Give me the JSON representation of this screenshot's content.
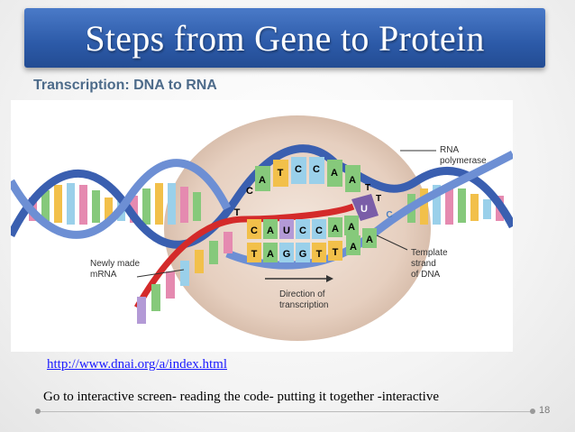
{
  "slide": {
    "title": "Steps from Gene to Protein",
    "subtitle": "Transcription: DNA to RNA",
    "link_text": "http://www.dnai.org/a/index.html",
    "note": "Go to interactive screen- reading the code- putting it together -interactive",
    "page_number": "18"
  },
  "figure": {
    "label_rna_polymerase_1": "RNA",
    "label_rna_polymerase_2": "polymerase",
    "label_mrna_1": "Newly made",
    "label_mrna_2": "mRNA",
    "label_template_1": "Template",
    "label_template_2": "strand",
    "label_template_3": "of DNA",
    "label_direction_1": "Direction of",
    "label_direction_2": "transcription",
    "top_bases": [
      "A",
      "T",
      "C",
      "C",
      "A",
      "A",
      "T",
      "T",
      "C"
    ],
    "rna_bases": [
      "C",
      "A",
      "U",
      "C",
      "C",
      "A",
      "A",
      "U"
    ],
    "template_bases": [
      "T",
      "A",
      "G",
      "G",
      "T",
      "T",
      "A",
      "A"
    ],
    "left_bases": [
      "C",
      "T"
    ],
    "colors": {
      "title_bar": "#2c5aa8",
      "subtitle": "#4d6b8a",
      "link": "#1a1aff",
      "dna_backbone": "#3a5fb0",
      "rna_strand": "#d42a2a",
      "nucleus": "#e9d6c8"
    }
  }
}
